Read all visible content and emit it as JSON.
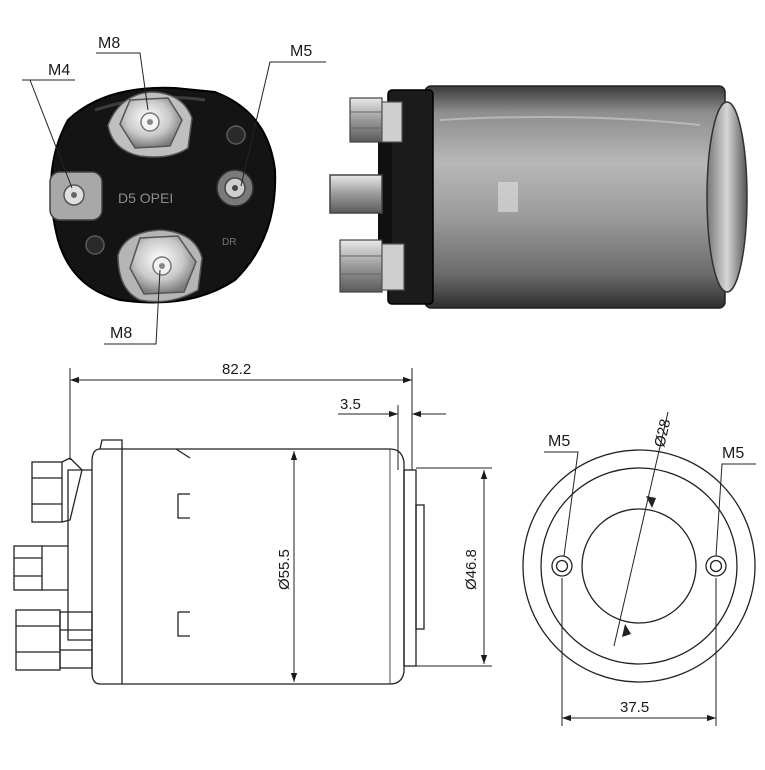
{
  "photo_callouts": {
    "m8_top": "M8",
    "m4": "M4",
    "m5": "M5",
    "m8_bottom": "M8"
  },
  "photo_stamp": {
    "code": "D5 OPEI",
    "small": "DR"
  },
  "side_view": {
    "overall_length": "82.2",
    "flange_thickness": "3.5",
    "body_diameter": "Ø55.5",
    "flange_diameter": "Ø46.8"
  },
  "end_view": {
    "hole_left": "M5",
    "hole_right": "M5",
    "bore_diameter": "Ø28",
    "hole_spacing": "37.5"
  }
}
